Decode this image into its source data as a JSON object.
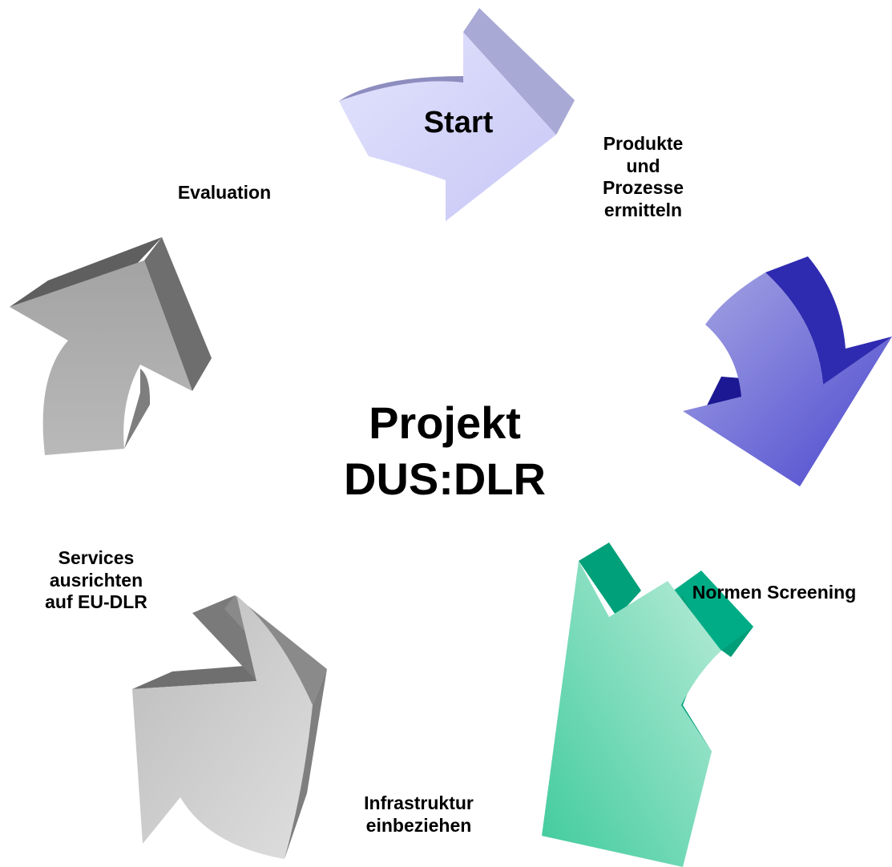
{
  "center_title": {
    "line1": "Projekt",
    "line2": "DUS:DLR"
  },
  "steps": [
    {
      "id": "start",
      "label": "Start",
      "color": "#d4d4fb"
    },
    {
      "id": "produkte",
      "label_lines": [
        "Produkte",
        "und",
        "Prozesse",
        "ermitteln"
      ],
      "color": "#3a36c2"
    },
    {
      "id": "normen",
      "label": "Normen Screening",
      "color": "#00ac86"
    },
    {
      "id": "infrastruktur",
      "label_lines": [
        "Infrastruktur",
        "einbeziehen"
      ],
      "color": "#bdbdbd"
    },
    {
      "id": "services",
      "label_lines": [
        "Services",
        "ausrichten",
        "auf EU-DLR"
      ],
      "color": "#999999"
    },
    {
      "id": "evaluation",
      "label": "Evaluation"
    }
  ]
}
